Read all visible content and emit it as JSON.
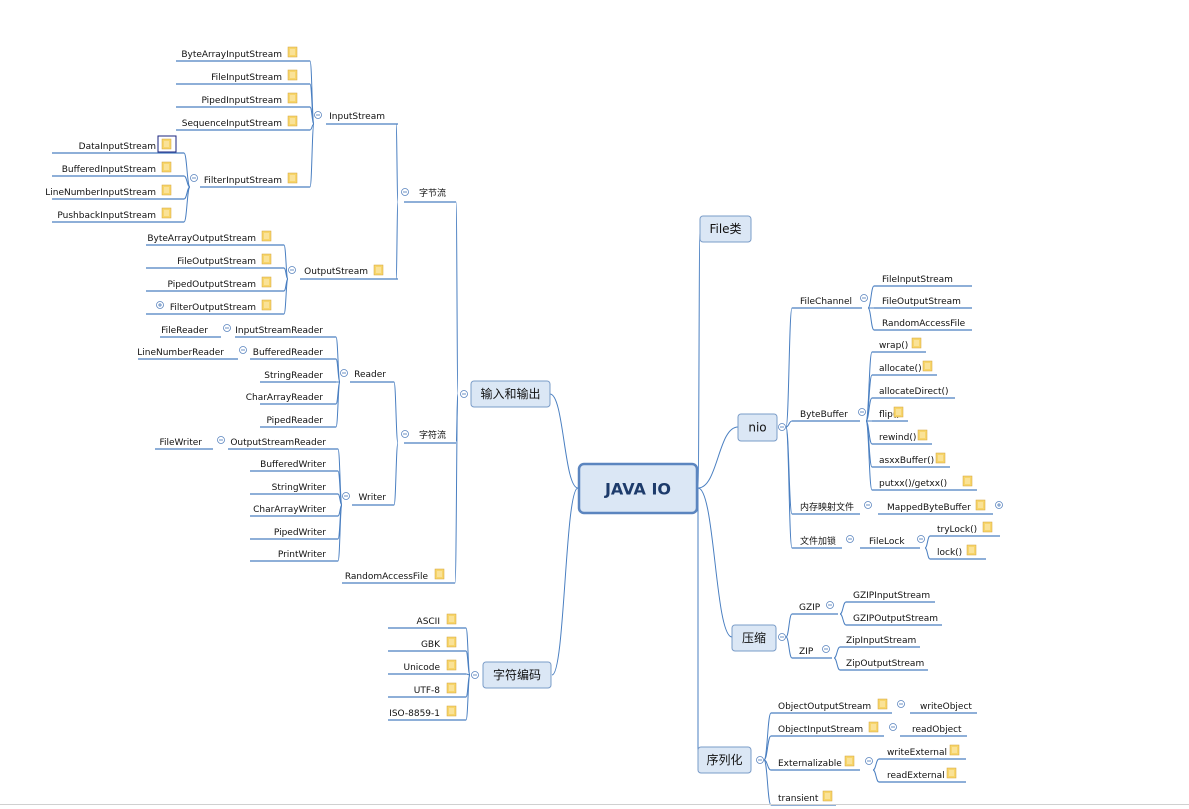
{
  "map": {
    "center": "JAVA IO",
    "branches": {
      "file_class": "File类",
      "nio": "nio",
      "io": "输入和输出",
      "compress": "压缩",
      "charset": "字符编码",
      "serial": "序列化"
    },
    "byte_stream": "字节流",
    "char_stream": "字符流",
    "input_stream": {
      "label": "InputStream",
      "children": [
        "ByteArrayInputStream",
        "FileInputStream",
        "PipedInputStream",
        "SequenceInputStream"
      ],
      "filter": "FilterInputStream",
      "filter_children": [
        "DataInputStream",
        "BufferedInputStream",
        "LineNumberInputStream",
        "PushbackInputStream"
      ]
    },
    "output_stream": {
      "label": "OutputStream",
      "children": [
        "ByteArrayOutputStream",
        "FileOutputStream",
        "PipedOutputStream",
        "FilterOutputStream"
      ]
    },
    "reader": {
      "label": "Reader",
      "isr": "InputStreamReader",
      "file_reader": "FileReader",
      "br": "BufferedReader",
      "lnr": "LineNumberReader",
      "others": [
        "StringReader",
        "CharArrayReader",
        "PipedReader"
      ]
    },
    "writer": {
      "label": "Writer",
      "osw": "OutputStreamReader",
      "file_writer": "FileWriter",
      "others": [
        "BufferedWriter",
        "StringWriter",
        "CharArrayWriter",
        "PipedWriter",
        "PrintWriter"
      ]
    },
    "random_access": "RandomAccessFile",
    "charsets": [
      "ASCII",
      "GBK",
      "Unicode",
      "UTF-8",
      "ISO-8859-1"
    ],
    "file_channel": {
      "label": "FileChannel",
      "children": [
        "FileInputStream",
        "FileOutputStream",
        "RandomAccessFile"
      ]
    },
    "byte_buffer": {
      "label": "ByteBuffer",
      "children": [
        "wrap()",
        "allocate()",
        "allocateDirect()",
        "flip()",
        "rewind()",
        "asxxBuffer()",
        "putxx()/getxx()"
      ]
    },
    "mmap": {
      "label": "内存映射文件",
      "child": "MappedByteBuffer"
    },
    "file_lock": {
      "label": "文件加锁",
      "child": "FileLock",
      "children": [
        "tryLock()",
        "lock()"
      ]
    },
    "gzip": {
      "label": "GZIP",
      "children": [
        "GZIPInputStream",
        "GZIPOutputStream"
      ]
    },
    "zip": {
      "label": "ZIP",
      "children": [
        "ZipInputStream",
        "ZipOutputStream"
      ]
    },
    "serialization": {
      "oos": "ObjectOutputStream",
      "oos_child": "writeObject",
      "ois": "ObjectInputStream",
      "ois_child": "readObject",
      "ext": "Externalizable",
      "ext_children": [
        "writeExternal",
        "readExternal"
      ],
      "transient": "transient"
    }
  },
  "colors": {
    "line": "#4a7fc1",
    "box_fill": "#dbe7f5",
    "note": "#f7d56b"
  }
}
